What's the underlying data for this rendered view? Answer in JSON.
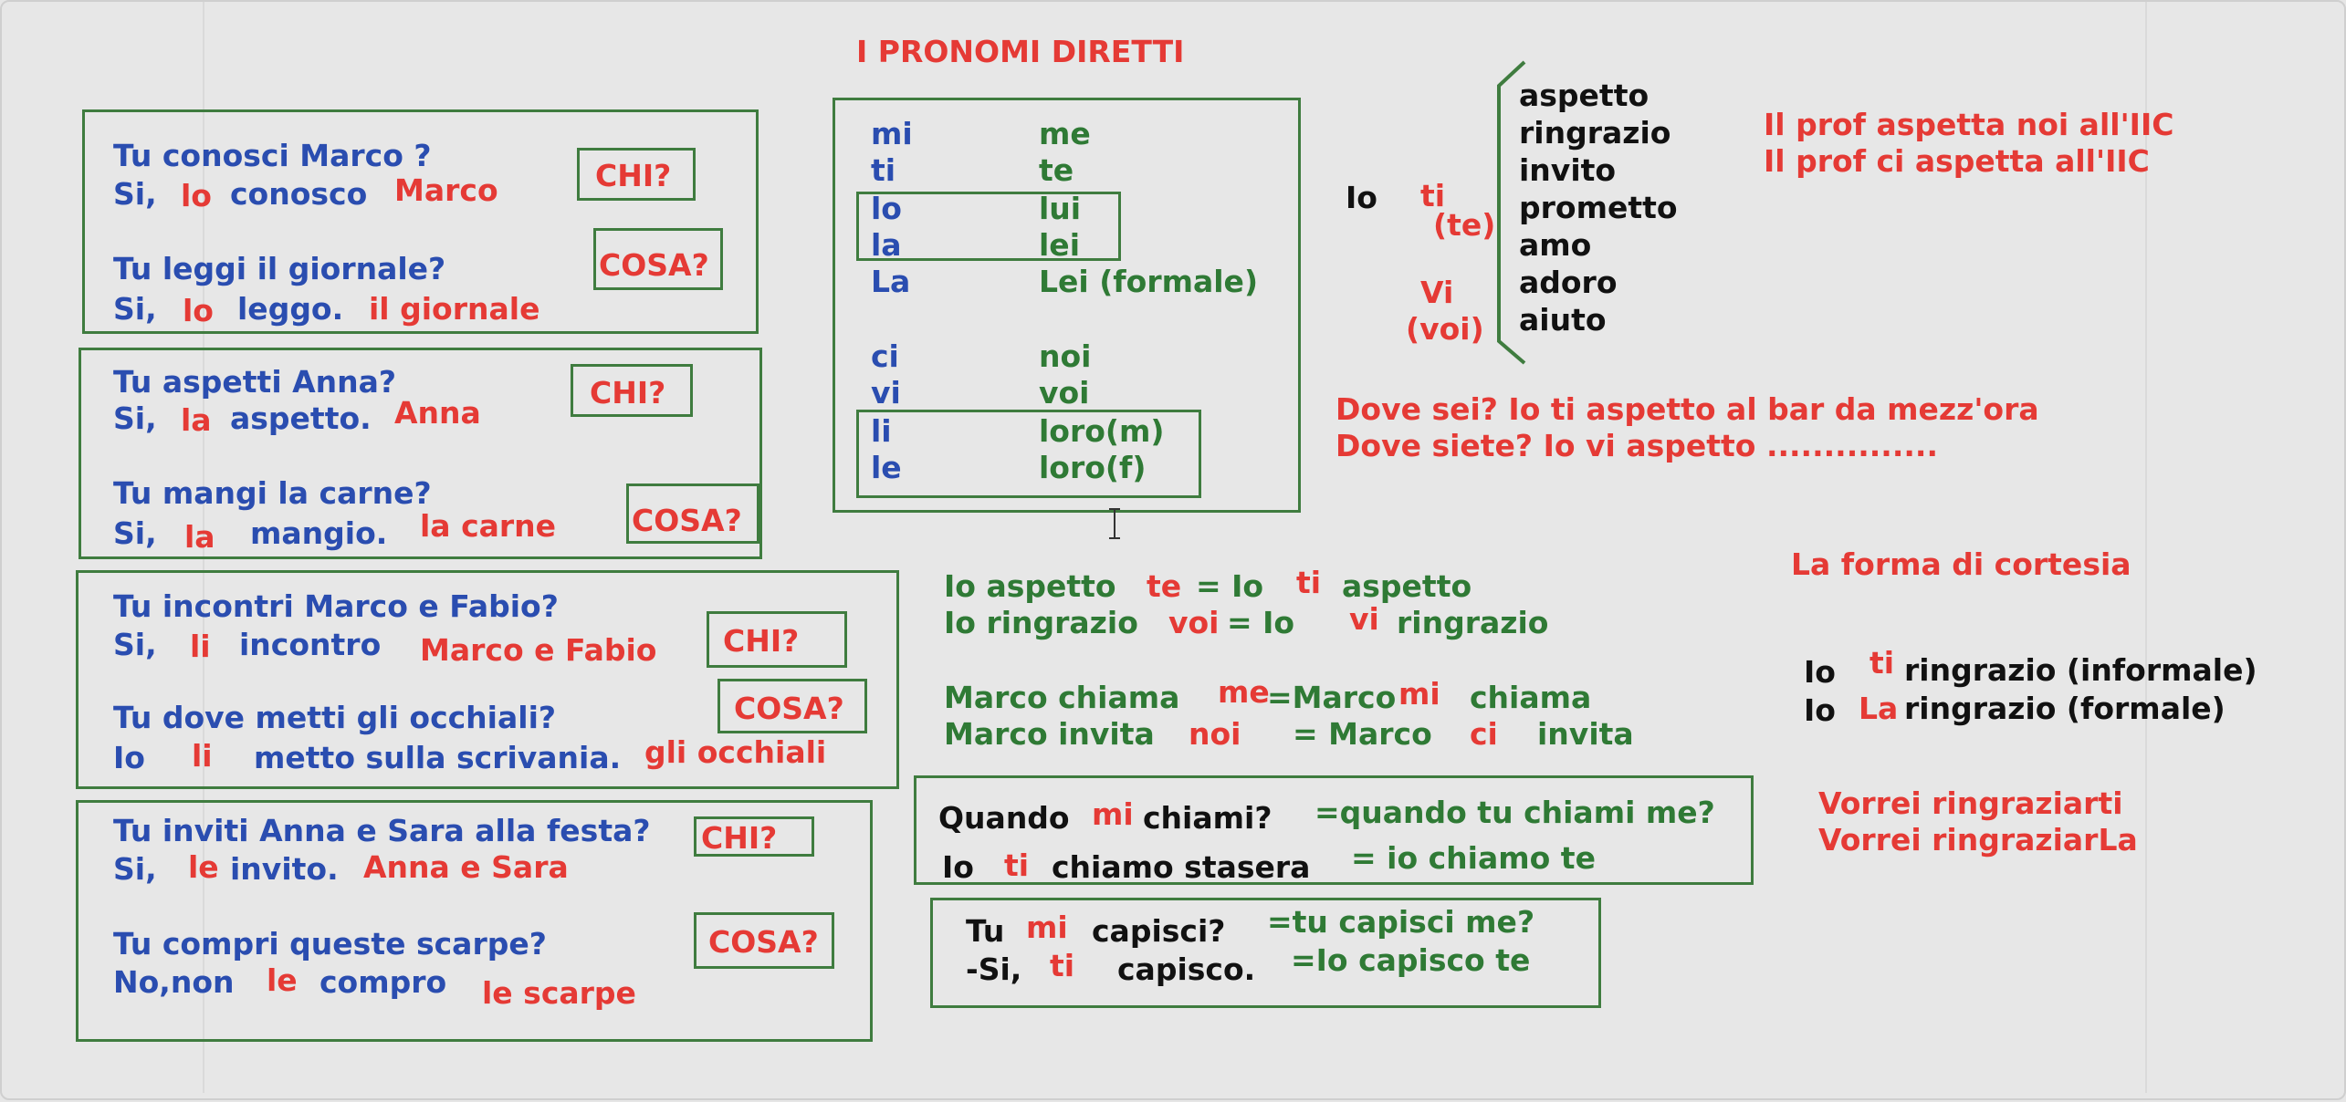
{
  "title": "I PRONOMI DIRETTI",
  "left_boxes": [
    {
      "q1": "Tu conosci Marco ?",
      "a1_pre": "Si,",
      "a1_pron": "lo",
      "a1_verb": "conosco",
      "a1_obj": "Marco",
      "tag1": "CHI?",
      "q2": "Tu leggi il giornale?",
      "a2_pre": "Si,",
      "a2_pron": "lo",
      "a2_verb": "leggo.",
      "a2_obj": "il giornale",
      "tag2": "COSA?"
    },
    {
      "q1": "Tu aspetti Anna?",
      "a1_pre": "Si,",
      "a1_pron": "la",
      "a1_verb": "aspetto.",
      "a1_obj": "Anna",
      "tag1": "CHI?",
      "q2": "Tu mangi la carne?",
      "a2_pre": "Si,",
      "a2_pron": "la",
      "a2_verb": "mangio.",
      "a2_obj": "la carne",
      "tag2": "COSA?"
    },
    {
      "q1": "Tu incontri Marco e Fabio?",
      "a1_pre": "Si,",
      "a1_pron": "li",
      "a1_verb": "incontro",
      "a1_obj": "Marco e Fabio",
      "tag1": "CHI?",
      "q2": "Tu dove metti gli occhiali?",
      "a2_pre": "Io",
      "a2_pron": "li",
      "a2_verb": "metto sulla scrivania.",
      "a2_obj": "gli occhiali",
      "tag2": "COSA?"
    },
    {
      "q1": "Tu inviti Anna e Sara alla festa?",
      "a1_pre": "Si,",
      "a1_pron": "le",
      "a1_verb": "invito.",
      "a1_obj": "Anna e Sara",
      "tag1": "CHI?",
      "q2": "Tu compri queste scarpe?",
      "a2_pre": "No,non",
      "a2_pron": "le",
      "a2_verb": "compro",
      "a2_obj": "le scarpe",
      "tag2": "COSA?"
    }
  ],
  "pronoun_table": {
    "rows": [
      {
        "atono": "mi",
        "tonico": "me"
      },
      {
        "atono": "ti",
        "tonico": "te"
      },
      {
        "atono": "lo",
        "tonico": "lui"
      },
      {
        "atono": "la",
        "tonico": "lei"
      },
      {
        "atono": "La",
        "tonico": "Lei (formale)"
      },
      {
        "atono": "ci",
        "tonico": "noi"
      },
      {
        "atono": "vi",
        "tonico": "voi"
      },
      {
        "atono": "li",
        "tonico": "loro(m)"
      },
      {
        "atono": "le",
        "tonico": "loro(f)"
      }
    ]
  },
  "verbs_group": {
    "subject": "Io",
    "pron_ti": "ti",
    "pron_te": "(te)",
    "pron_vi": "Vi",
    "pron_voi": "(voi)",
    "verbs": [
      "aspetto",
      "ringrazio",
      "invito",
      "prometto",
      "amo",
      "adoro",
      "aiuto"
    ]
  },
  "prof_lines": [
    "Il prof aspetta noi all'IIC",
    "Il prof ci aspetta all'IIC"
  ],
  "dove_lines": [
    "Dove sei? Io ti aspetto al bar da mezz'ora",
    "Dove siete? Io vi aspetto ..............."
  ],
  "equivalences": {
    "l1_a": "Io aspetto",
    "l1_b": "te",
    "l1_c": "= Io",
    "l1_d": "ti",
    "l1_e": "aspetto",
    "l2_a": "Io ringrazio",
    "l2_b": "voi",
    "l2_c": "=  Io",
    "l2_d": "vi",
    "l2_e": "ringrazio",
    "l3_a": "Marco  chiama",
    "l3_b": "me",
    "l3_c": "=Marco",
    "l3_d": "mi",
    "l3_e": "chiama",
    "l4_a": "Marco invita",
    "l4_b": "noi",
    "l4_c": "= Marco",
    "l4_d": "ci",
    "l4_e": "invita"
  },
  "quando_box": {
    "l1_a": "Quando",
    "l1_b": "mi",
    "l1_c": "chiami?",
    "l1_d": "=quando tu chiami me?",
    "l2_a": "Io",
    "l2_b": "ti",
    "l2_c": "chiamo stasera",
    "l2_d": "= io chiamo te"
  },
  "capisci_box": {
    "l1_a": "Tu",
    "l1_b": "mi",
    "l1_c": "capisci?",
    "l1_d": "=tu capisci me?",
    "l2_a": "-Si,",
    "l2_b": "ti",
    "l2_c": "capisco.",
    "l2_d": "=Io capisco te"
  },
  "cortesia": {
    "title": "La forma di cortesia",
    "l1_a": "Io",
    "l1_b": "ti",
    "l1_c": "ringrazio (informale)",
    "l2_a": "Io",
    "l2_b": "La",
    "l2_c": "ringrazio (formale)"
  },
  "vorrei": [
    "Vorrei ringraziarti",
    "Vorrei ringraziarLa"
  ]
}
